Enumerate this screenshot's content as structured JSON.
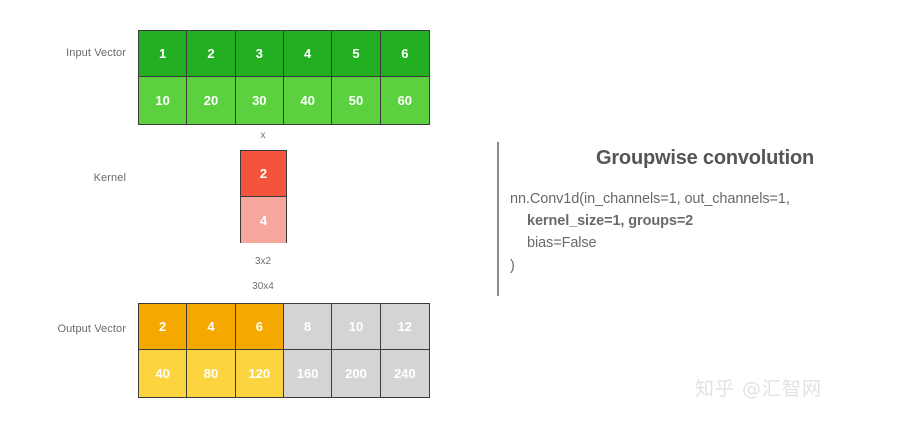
{
  "figure": {
    "title": "Groupwise convolution",
    "watermark": "知乎 @汇智网"
  },
  "labels": {
    "input": "Input Vector",
    "kernel": "Kernel",
    "output": "Output Vector"
  },
  "annotations": {
    "times": "x",
    "kernel_shape": "3x2",
    "output_shape": "30x4"
  },
  "colors": {
    "input_row1": "#22b022",
    "input_row2": "#5bd13f",
    "kernel_row1": "#f4543c",
    "kernel_row2": "#f5a79c",
    "output_active_row1": "#f5a800",
    "output_active_row2": "#fbd440",
    "output_inactive": "#d4d4d4",
    "border": "#3a3a3a",
    "divider": "#8d8d8d",
    "title_text": "#555555",
    "code_text": "#6a6a6a",
    "label_text": "#6b6b6b",
    "watermark_text": "#e2e2e2"
  },
  "code_lines": [
    {
      "text": "nn.Conv1d(in_channels=1, out_channels=1,",
      "bold": false
    },
    {
      "text": "kernel_size=1, groups=2",
      "bold": true
    },
    {
      "text": "bias=False",
      "bold": false
    },
    {
      "text": ")",
      "bold": false
    }
  ],
  "chart_data": {
    "type": "table",
    "title": "Groupwise convolution",
    "grids": [
      {
        "name": "input-vector",
        "label": "Input Vector",
        "rows": [
          {
            "values": [
              "1",
              "2",
              "3",
              "4",
              "5",
              "6"
            ],
            "fills": [
              "#22b022",
              "#22b022",
              "#22b022",
              "#22b022",
              "#22b022",
              "#22b022"
            ]
          },
          {
            "values": [
              "10",
              "20",
              "30",
              "40",
              "50",
              "60"
            ],
            "fills": [
              "#5bd13f",
              "#5bd13f",
              "#5bd13f",
              "#5bd13f",
              "#5bd13f",
              "#5bd13f"
            ]
          }
        ]
      },
      {
        "name": "kernel",
        "label": "Kernel",
        "rows": [
          {
            "values": [
              "2"
            ],
            "fills": [
              "#f4543c"
            ]
          },
          {
            "values": [
              "4"
            ],
            "fills": [
              "#f5a79c"
            ]
          }
        ]
      },
      {
        "name": "output-vector",
        "label": "Output Vector",
        "rows": [
          {
            "values": [
              "2",
              "4",
              "6",
              "8",
              "10",
              "12"
            ],
            "fills": [
              "#f5a800",
              "#f5a800",
              "#f5a800",
              "#d4d4d4",
              "#d4d4d4",
              "#d4d4d4"
            ]
          },
          {
            "values": [
              "40",
              "80",
              "120",
              "160",
              "200",
              "240"
            ],
            "fills": [
              "#fbd440",
              "#fbd440",
              "#fbd440",
              "#d4d4d4",
              "#d4d4d4",
              "#d4d4d4"
            ]
          }
        ]
      }
    ]
  }
}
